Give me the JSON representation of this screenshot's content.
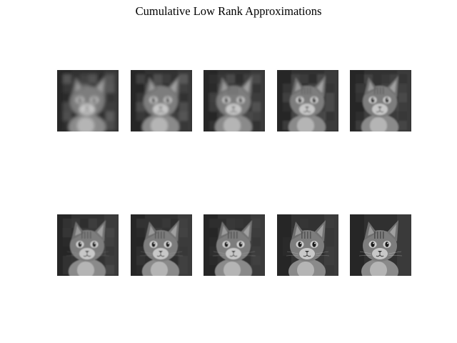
{
  "figure": {
    "title": "Cumulative Low Rank Approximations"
  },
  "panels": [
    {
      "subject": "cat",
      "detail_level": 0.1
    },
    {
      "subject": "cat",
      "detail_level": 0.25
    },
    {
      "subject": "cat",
      "detail_level": 0.4
    },
    {
      "subject": "cat",
      "detail_level": 0.5
    },
    {
      "subject": "cat",
      "detail_level": 0.6
    },
    {
      "subject": "cat",
      "detail_level": 0.7
    },
    {
      "subject": "cat",
      "detail_level": 0.76
    },
    {
      "subject": "cat",
      "detail_level": 0.82
    },
    {
      "subject": "cat",
      "detail_level": 0.88
    },
    {
      "subject": "cat",
      "detail_level": 1.0
    }
  ]
}
